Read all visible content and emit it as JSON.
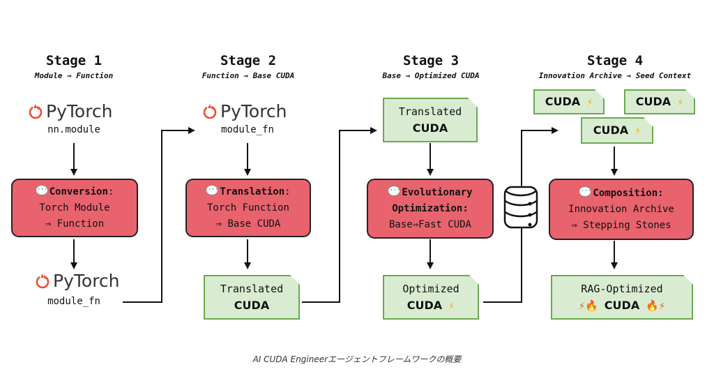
{
  "stages": [
    {
      "title": "Stage 1",
      "subtitle": "Module ⇒ Function"
    },
    {
      "title": "Stage 2",
      "subtitle": "Function ⇒ Base CUDA"
    },
    {
      "title": "Stage 3",
      "subtitle": "Base ⇒ Optimized CUDA"
    },
    {
      "title": "Stage 4",
      "subtitle": "Innovation Archive ⇒ Seed Context"
    }
  ],
  "pytorch_logo_text": "PyTorch",
  "labels": {
    "s1_top": "nn.module",
    "s1_bottom": "module_fn",
    "s2_top": "module_fn"
  },
  "boxes": {
    "s1": {
      "head": "Conversion",
      "colon": ":",
      "line2": "Torch Module",
      "line3": "⇒ Function"
    },
    "s2": {
      "head": "Translation",
      "colon": ":",
      "line2": "Torch Function",
      "line3": "⇒ Base CUDA"
    },
    "s3": {
      "head": "Evolutionary",
      "line2": "Optimization:",
      "line3": "Base⇒Fast CUDA"
    },
    "s4": {
      "head": "Composition:",
      "line2": "Innovation Archive",
      "line3": "⇒ Stepping Stones"
    }
  },
  "docs": {
    "s2_out": {
      "line1": "Translated",
      "line2": "CUDA"
    },
    "s3_in": {
      "line1": "Translated",
      "line2": "CUDA"
    },
    "s3_out": {
      "line1": "Optimized",
      "line2": "CUDA",
      "emoji": "⚡"
    },
    "s4_a": {
      "line1": "CUDA",
      "emoji": "⚡"
    },
    "s4_b": {
      "line1": "CUDA",
      "emoji": "⚡"
    },
    "s4_c": {
      "line1": "CUDA",
      "emoji": "⚡"
    },
    "s4_out": {
      "line1": "RAG-Optimized",
      "pre": "⚡🔥",
      "line2": "CUDA",
      "post": "🔥⚡"
    }
  },
  "icons": [
    "pytorch-flame-icon",
    "speech-bubble-icon",
    "database-icon",
    "lightning-icon",
    "fire-icon"
  ],
  "colors": {
    "red_box": "#e8636e",
    "green_doc": "#d9ecd2",
    "green_border": "#6aa94f",
    "pytorch": "#ee4c2c"
  },
  "caption": "AI CUDA Engineerエージェントフレームワークの概要"
}
